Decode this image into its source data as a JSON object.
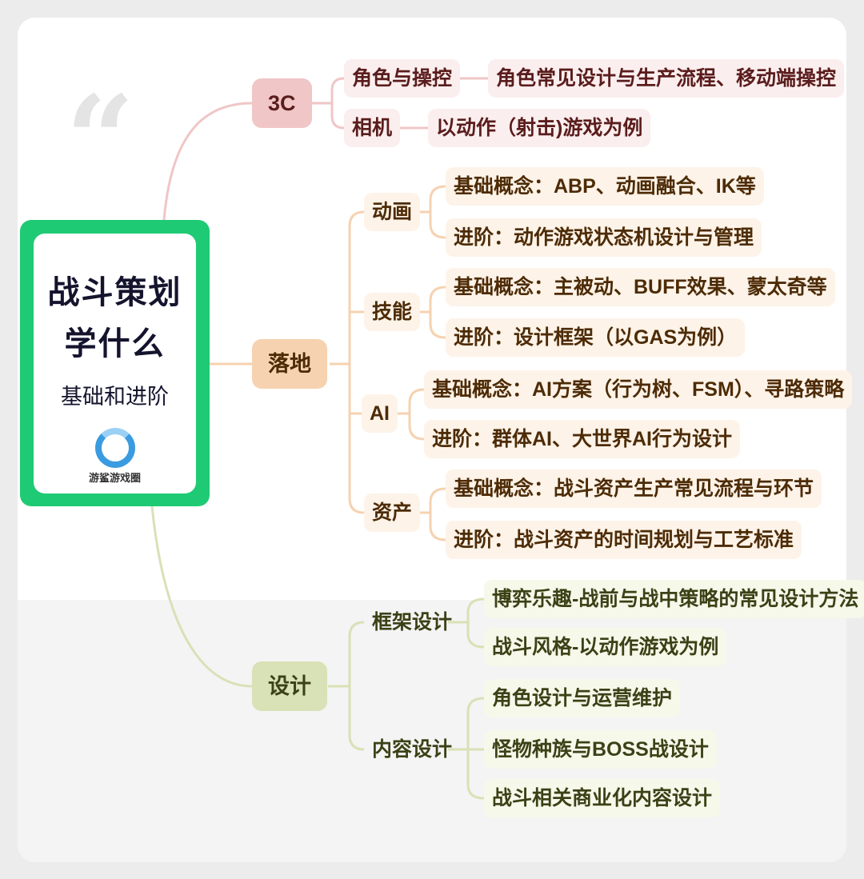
{
  "root": {
    "title_line1": "战斗策划",
    "title_line2": "学什么",
    "subtitle": "基础和进阶",
    "logo_text": "游鲨游戏圈",
    "logo_icon": "shark-logo-icon",
    "border_color": "#1fca74"
  },
  "branches": [
    {
      "label": "3C",
      "color": "#f0c6c6",
      "children": [
        {
          "label": "角色与操控",
          "leaves": [
            "角色常见设计与生产流程、移动端操控"
          ]
        },
        {
          "label": "相机",
          "leaves": [
            "以动作（射击)游戏为例"
          ]
        }
      ]
    },
    {
      "label": "落地",
      "color": "#f6d2b0",
      "children": [
        {
          "label": "动画",
          "leaves": [
            "基础概念：ABP、动画融合、IK等",
            "进阶：动作游戏状态机设计与管理"
          ]
        },
        {
          "label": "技能",
          "leaves": [
            "基础概念：主被动、BUFF效果、蒙太奇等",
            "进阶：设计框架（以GAS为例）"
          ]
        },
        {
          "label": "AI",
          "leaves": [
            "基础概念：AI方案（行为树、FSM）、寻路策略",
            "进阶：群体AI、大世界AI行为设计"
          ]
        },
        {
          "label": "资产",
          "leaves": [
            "基础概念：战斗资产生产常见流程与环节",
            "进阶：战斗资产的时间规划与工艺标准"
          ]
        }
      ]
    },
    {
      "label": "设计",
      "color": "#d9e1b6",
      "children": [
        {
          "label": "框架设计",
          "leaves": [
            "博弈乐趣-战前与战中策略的常见设计方法",
            "战斗风格-以动作游戏为例"
          ]
        },
        {
          "label": "内容设计",
          "leaves": [
            "角色设计与运营维护",
            "怪物种族与BOSS战设计",
            "战斗相关商业化内容设计"
          ]
        }
      ]
    }
  ]
}
